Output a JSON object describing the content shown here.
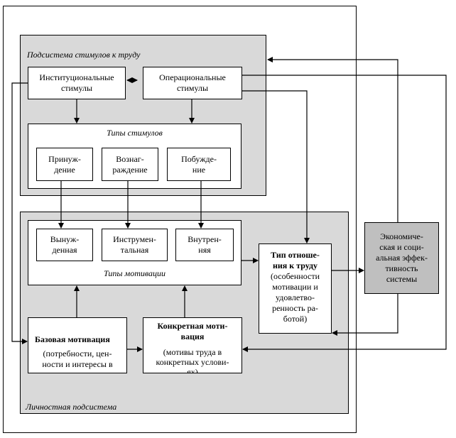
{
  "stimuli_subsystem": {
    "title": "Подсистема  стимулов  к труду"
  },
  "personal_subsystem": {
    "title": "Личностная подсистема"
  },
  "institutional": {
    "line1": "Институциональные",
    "line2": "стимулы"
  },
  "operational": {
    "line1": "Операциональные",
    "line2": "стимулы"
  },
  "stimulus_types": {
    "title": "Типы стимулов",
    "coercion": {
      "line1": "Принуж-",
      "line2": "дение"
    },
    "reward": {
      "line1": "Вознаг-",
      "line2": "раждение"
    },
    "inducement": {
      "line1": "Побужде-",
      "line2": "ние"
    }
  },
  "motivation_types": {
    "title": "Типы мотивации",
    "forced": {
      "line1": "Вынуж-",
      "line2": "денная"
    },
    "instrumental": {
      "line1": "Инструмен-",
      "line2": "тальная"
    },
    "internal": {
      "line1": "Внутрен-",
      "line2": "няя"
    }
  },
  "basic_motivation": {
    "title": "Базовая мотивация",
    "line1": "(потребности, цен-",
    "line2": "ности и интересы в"
  },
  "concrete_motivation": {
    "title": "Конкретная моти-",
    "title2": "вация",
    "line1": "(мотивы труда в",
    "line2": "конкретных услови-",
    "line3": "ях)"
  },
  "labor_attitude": {
    "title1": "Тип отноше-",
    "title2": "ния к труду",
    "line1": "(особенности",
    "line2": "мотивации и",
    "line3": "удовлетво-",
    "line4": "ренность ра-",
    "line5": "ботой)"
  },
  "efficiency": {
    "line1": "Экономиче-",
    "line2": "ская и соци-",
    "line3": "альная эффек-",
    "line4": "тивность",
    "line5": "системы"
  },
  "colors": {
    "panel": "#d9d9d9",
    "efficiency_box": "#bfbfbf",
    "line": "#000000"
  }
}
